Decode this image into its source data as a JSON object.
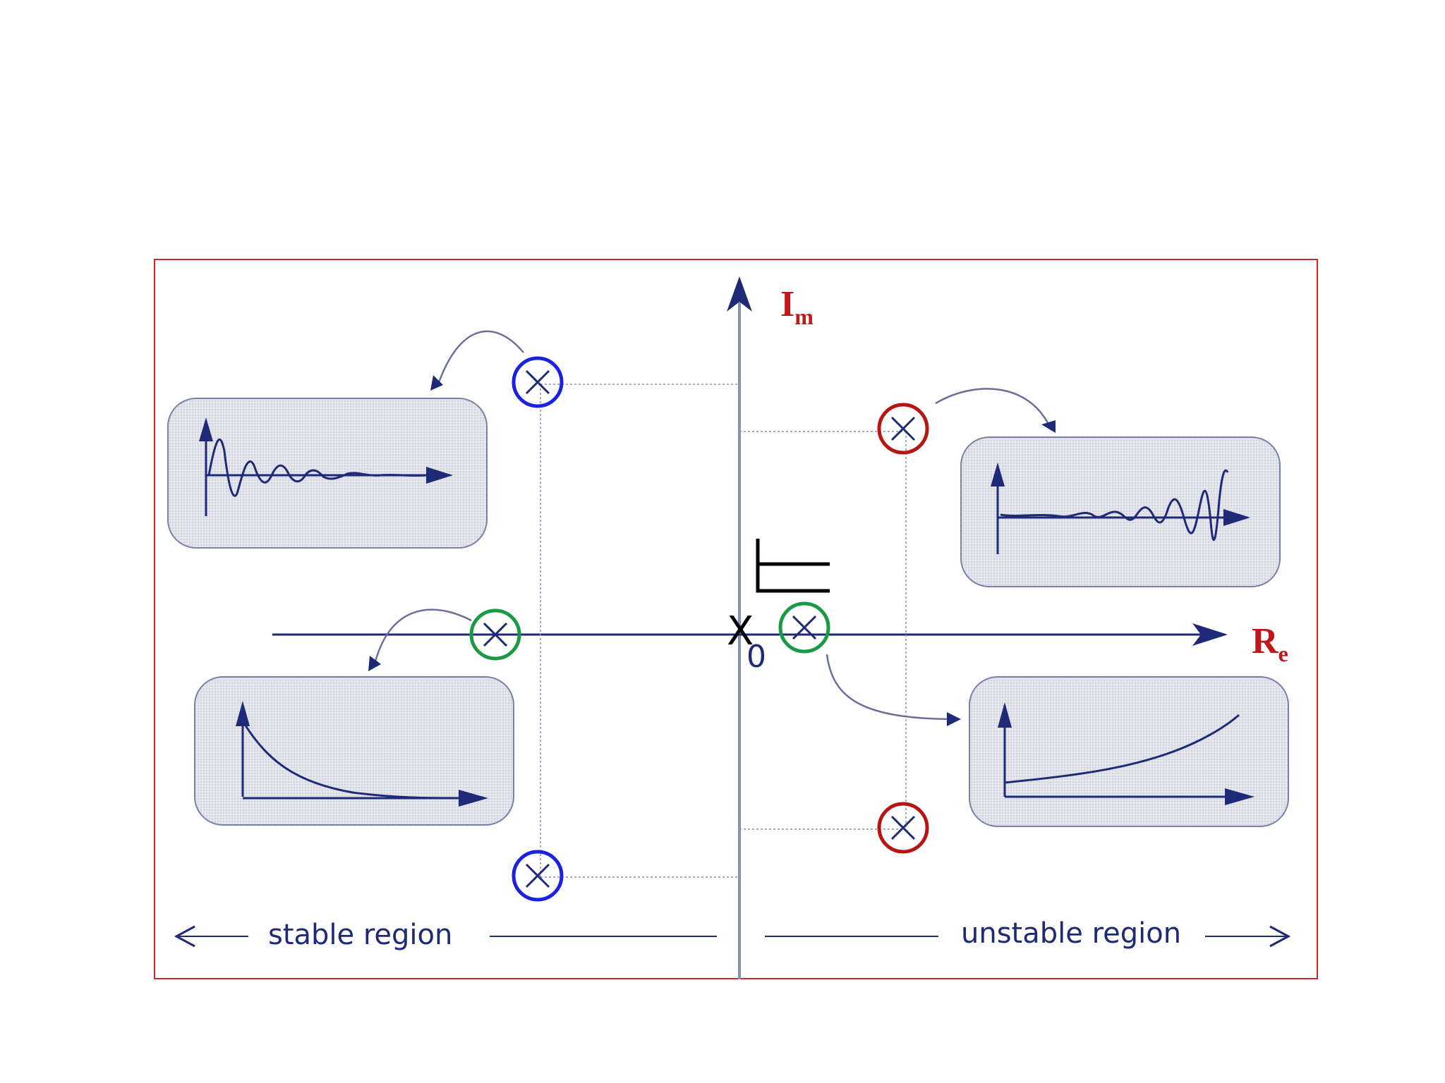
{
  "axes": {
    "imag_label": "I",
    "imag_sub": "m",
    "real_label": "R",
    "real_sub": "e",
    "zero": "0",
    "origin_marker": "X"
  },
  "regions": {
    "stable": "stable region",
    "unstable": "unstable region"
  },
  "colors": {
    "frame": "#cc2a2a",
    "axis": "#1e2a78",
    "stable_oscillatory_pole": "#1a22e0",
    "real_pole": "#1a9a44",
    "unstable_oscillatory_pole": "#b81414",
    "label_red": "#c01818"
  },
  "icons": [
    "pole-cross-icon",
    "curved-arrow-icon",
    "step-symbol-icon"
  ]
}
